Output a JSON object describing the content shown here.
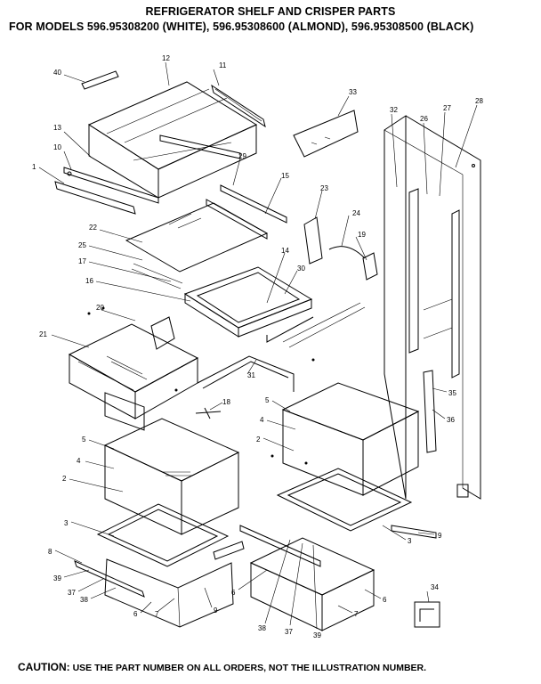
{
  "title": {
    "line1": "REFRIGERATOR SHELF AND CRISPER PARTS",
    "line2": "FOR MODELS 596.95308200 (WHITE), 596.95308600 (ALMOND), 596.95308500 (BLACK)"
  },
  "caution": {
    "label": "CAUTION:",
    "text": "USE THE PART NUMBER ON ALL ORDERS, NOT THE ILLUSTRATION NUMBER."
  },
  "callouts": {
    "c12": "12",
    "c40": "40",
    "c11": "11",
    "c13": "13",
    "c10": "10",
    "c1": "1",
    "c33": "33",
    "c32": "32",
    "c26": "26",
    "c27": "27",
    "c28": "28",
    "c29": "29",
    "c15": "15",
    "c23": "23",
    "c24": "24",
    "c19": "19",
    "c22": "22",
    "c25": "25",
    "c17": "17",
    "c14": "14",
    "c30": "30",
    "c16": "16",
    "c20": "20",
    "c21": "21",
    "c31": "31",
    "c18": "18",
    "c35": "35",
    "c36": "36",
    "c5a": "5",
    "c4a": "4",
    "c2a": "2",
    "c5b": "5",
    "c4b": "4",
    "c2b": "2",
    "c3a": "3",
    "c8a": "8",
    "c39a": "39",
    "c37a": "37",
    "c38a": "38",
    "c6a": "6",
    "c7a": "7",
    "c9a": "9",
    "c3b": "3",
    "c9b": "9",
    "c6b": "6",
    "c6c": "6",
    "c7b": "7",
    "c38b": "38",
    "c37b": "37",
    "c39b": "39",
    "c34": "34"
  }
}
